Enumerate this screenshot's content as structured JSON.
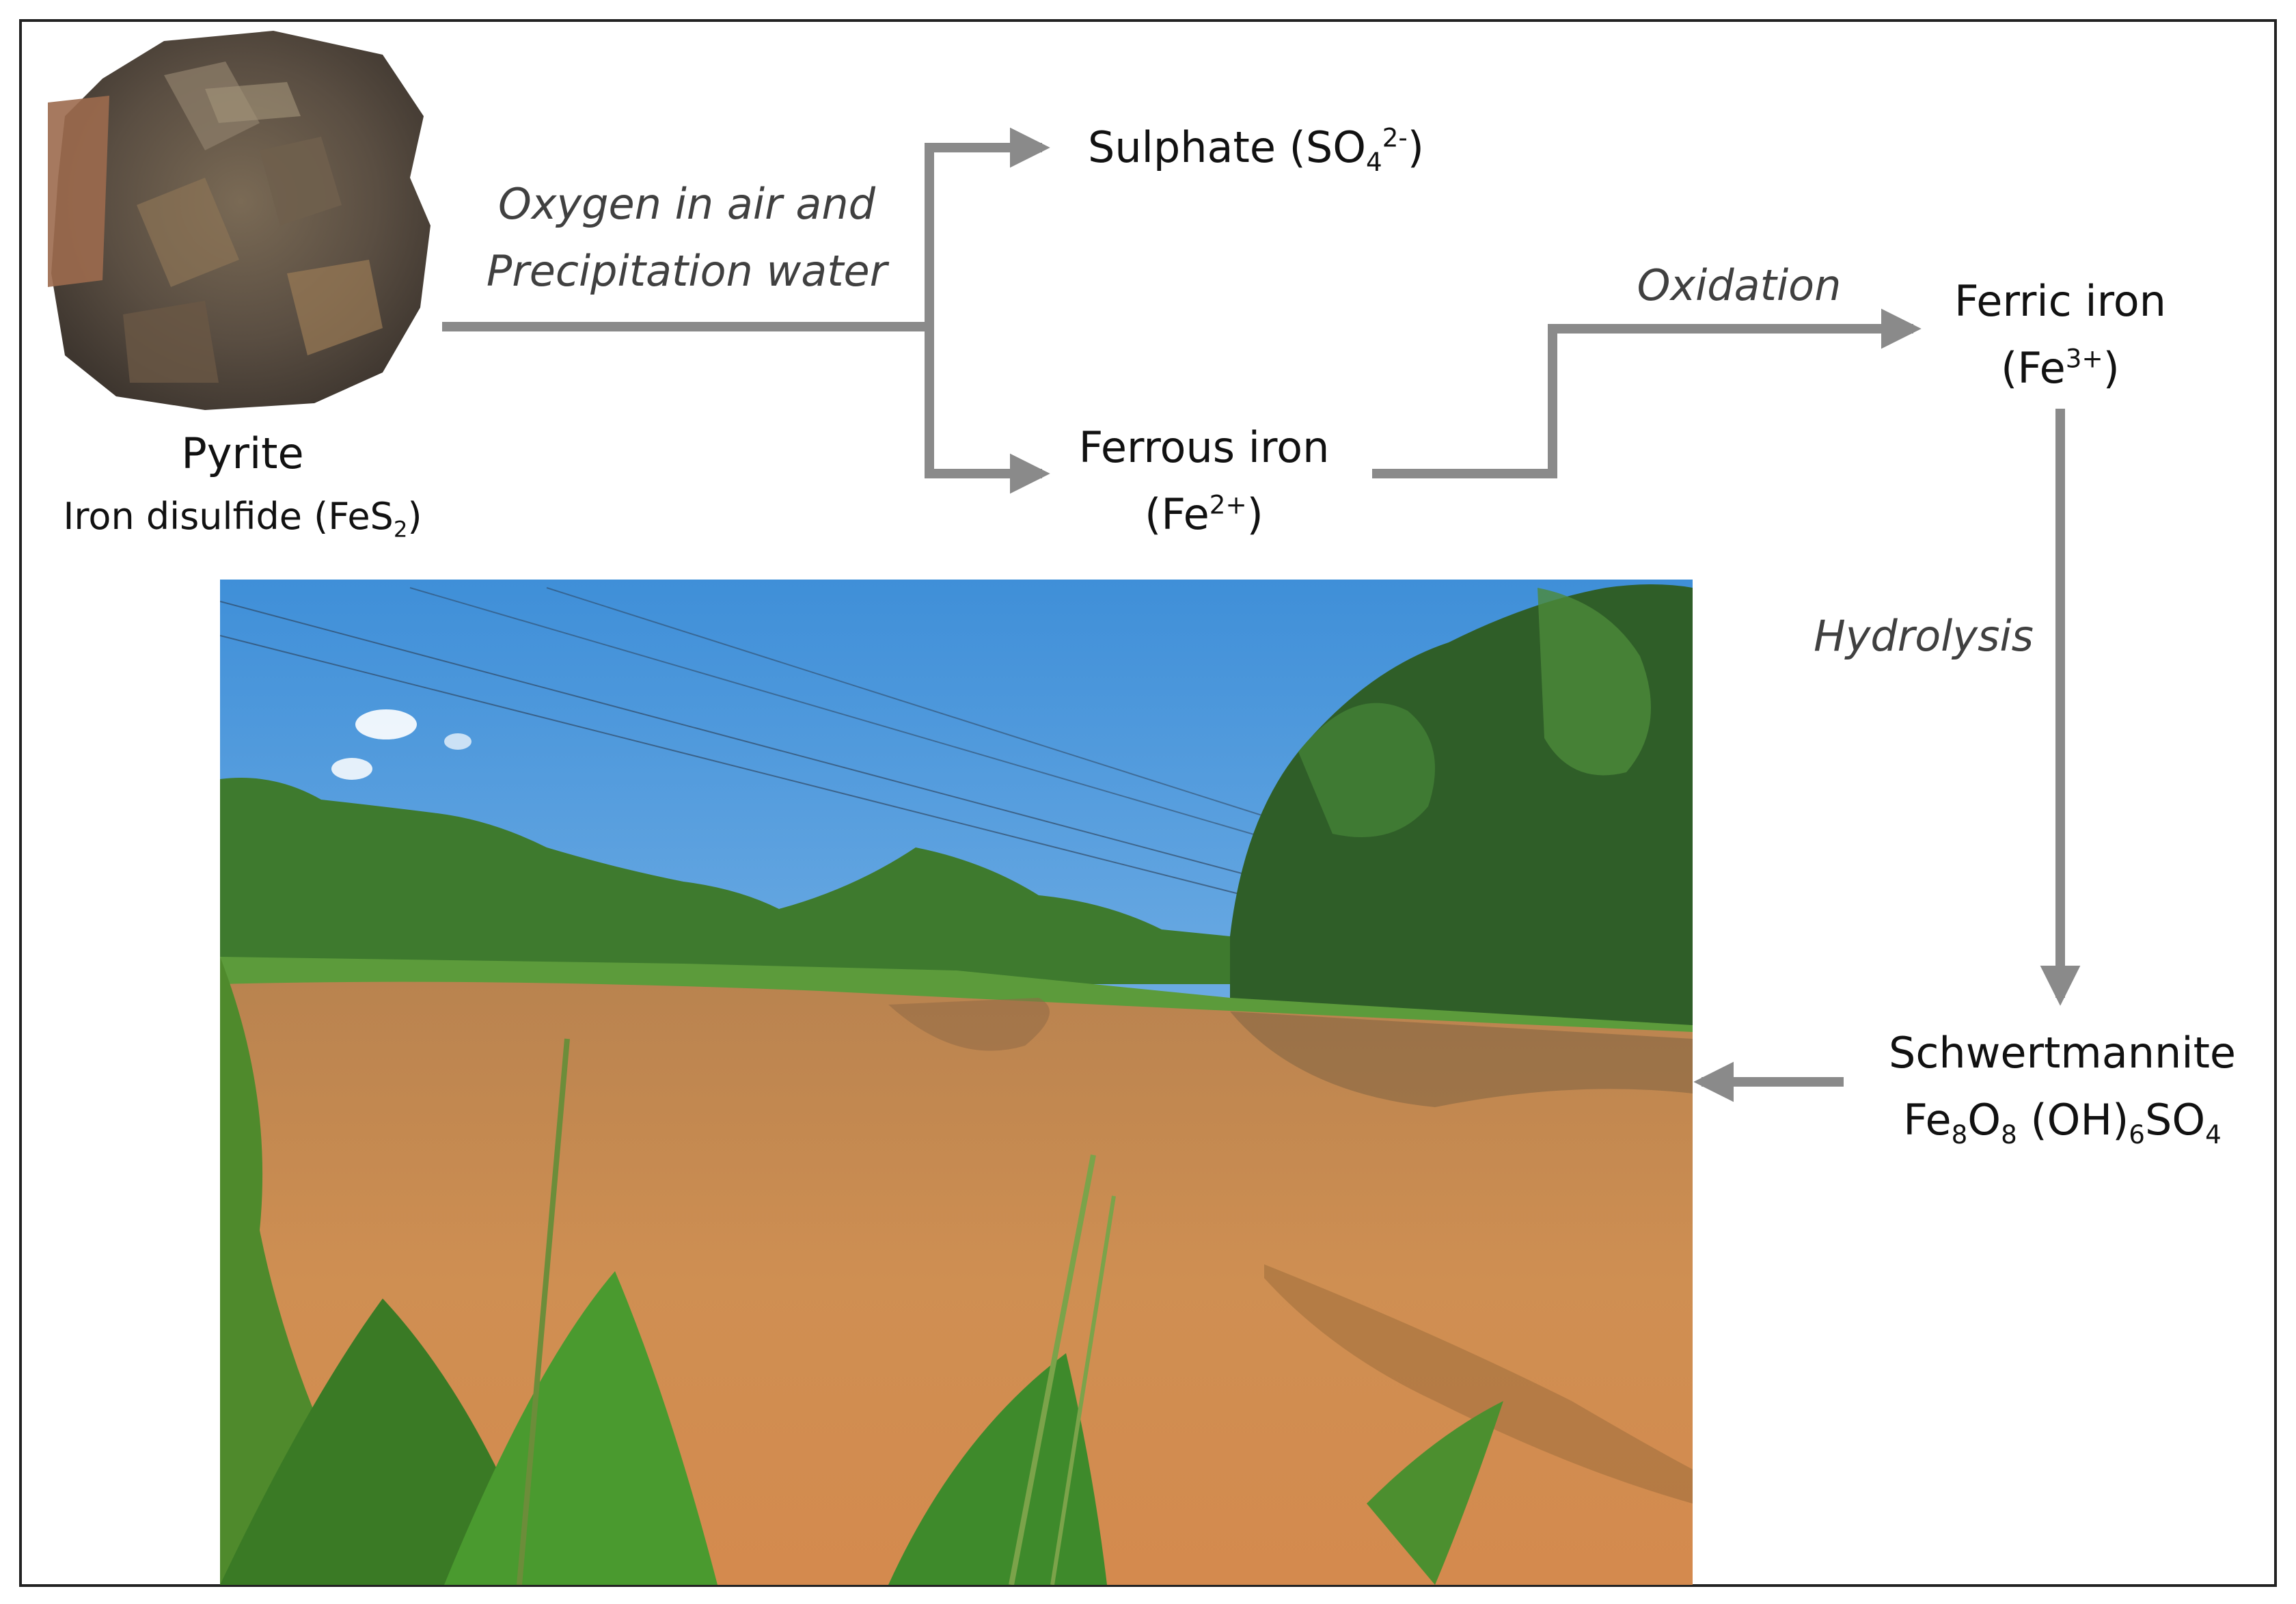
{
  "pyrite": {
    "name": "Pyrite",
    "formula_prefix": "Iron disulfide (FeS",
    "formula_sub": "2",
    "formula_suffix": ")"
  },
  "process_label": {
    "line1": "Oxygen in air and",
    "line2": "Precipitation water"
  },
  "sulphate": {
    "text": "Sulphate  (SO",
    "sub": "4",
    "sup": "2-",
    "suffix": ")"
  },
  "ferrous": {
    "line1": "Ferrous iron",
    "prefix": "(Fe",
    "sup": "2+",
    "suffix": ")"
  },
  "oxidation_label": "Oxidation",
  "ferric": {
    "line1": "Ferric iron",
    "prefix": "(Fe",
    "sup": "3+",
    "suffix": ")"
  },
  "hydrolysis_label": "Hydrolysis",
  "schwertmannite": {
    "name": "Schwertmannite",
    "f1": "Fe",
    "s1": "8",
    "f2": "O",
    "s2": "8",
    "f3": " (OH)",
    "s3": "6",
    "f4": "SO",
    "s4": "4"
  },
  "colors": {
    "arrow": "#8a8a8a",
    "border": "#222222",
    "water": "#c8894b",
    "sky": "#5aa0dd",
    "grass": "#3f8a2a"
  },
  "icons": {
    "pyrite_photo": "pyrite-rock-image",
    "landscape_photo": "acid-mine-pond-image"
  }
}
